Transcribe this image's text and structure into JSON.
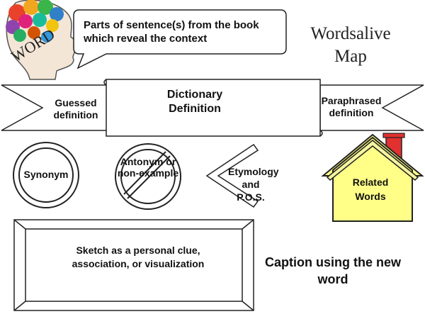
{
  "head_logo": {
    "word": "WORD"
  },
  "context_box": {
    "text": "Parts of sentence(s) from the book which reveal the context"
  },
  "title": {
    "line1": "Wordsalive",
    "line2": "Map"
  },
  "banner": {
    "left_label": "Guessed definition",
    "center_label": "Dictionary Definition",
    "right_label": "Paraphrased definition"
  },
  "synonym": {
    "label": "Synonym"
  },
  "antonym": {
    "label": "Antonym or non-example"
  },
  "etymology": {
    "label": "Etymology and P.O.S."
  },
  "related": {
    "label": "Related Words"
  },
  "sketch_box": {
    "label": "Sketch as a personal clue, association, or visualization"
  },
  "caption": {
    "label": "Caption using the new word"
  },
  "colors": {
    "house_fill": "#ffff88",
    "chimney": "#e03030",
    "outline": "#111111"
  }
}
